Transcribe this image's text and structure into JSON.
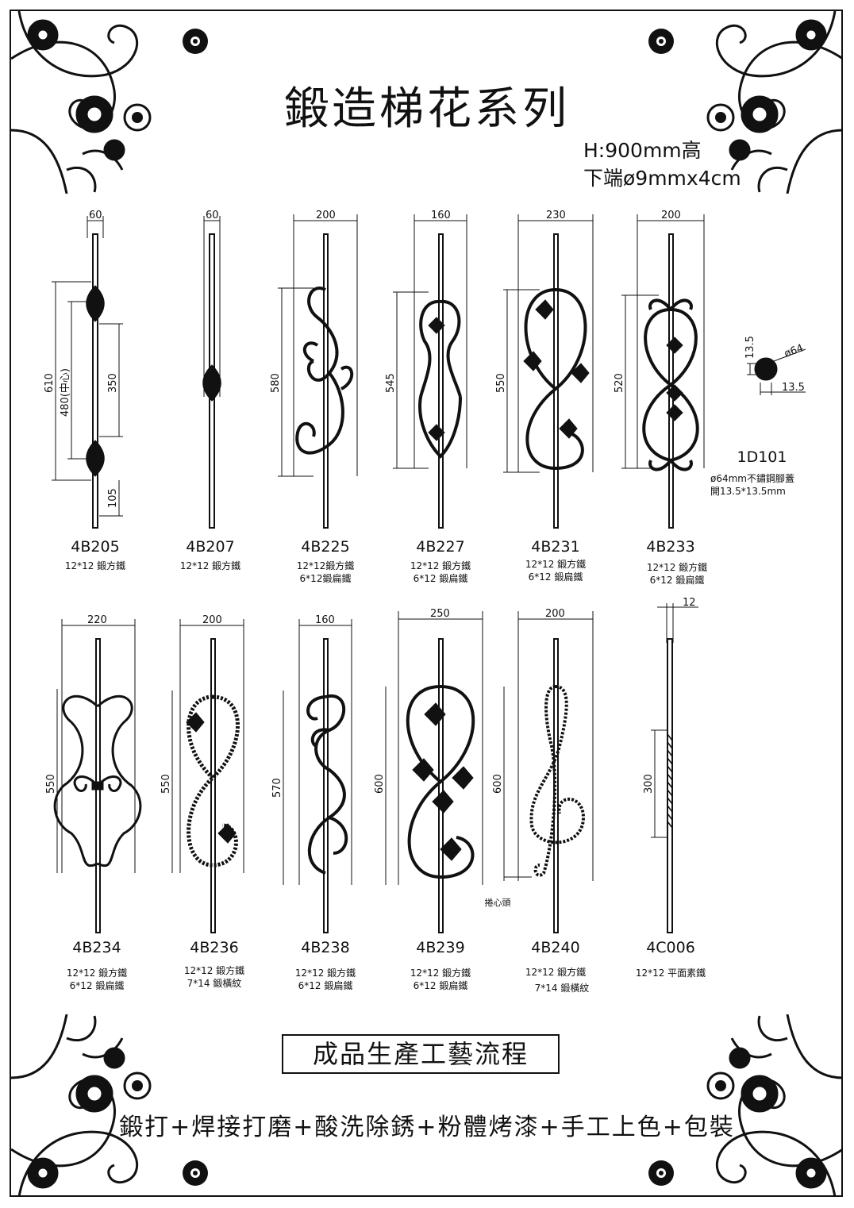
{
  "title": "鍛造梯花系列",
  "spec": {
    "height": "H:900mm高",
    "bottom": "下端ø9mmx4cm"
  },
  "row1": [
    {
      "model": "4B205",
      "desc1": "12*12 鍛方鐵",
      "desc2": "",
      "width": "60",
      "h1": "610",
      "h2": "480(中心)",
      "h3": "350",
      "h4": "105"
    },
    {
      "model": "4B207",
      "desc1": "12*12 鍛方鐵",
      "desc2": "",
      "width": "60"
    },
    {
      "model": "4B225",
      "desc1": "12*12鍛方鐵",
      "desc2": "6*12鍛扁鐵",
      "width": "200",
      "h1": "580"
    },
    {
      "model": "4B227",
      "desc1": "12*12 鍛方鐵",
      "desc2": "6*12 鍛扁鐵",
      "width": "160",
      "h1": "545"
    },
    {
      "model": "4B231",
      "desc1": "12*12 鍛方鐵",
      "desc2": "6*12 鍛扁鐵",
      "width": "230",
      "h1": "550"
    },
    {
      "model": "4B233",
      "desc1": "12*12 鍛方鐵",
      "desc2": "6*12 鍛扁鐵",
      "width": "200",
      "h1": "520"
    }
  ],
  "row2": [
    {
      "model": "4B234",
      "desc1": "12*12 鍛方鐵",
      "desc2": "6*12 鍛扁鐵",
      "width": "220",
      "h1": "550"
    },
    {
      "model": "4B236",
      "desc1": "12*12 鍛方鐵",
      "desc2": "7*14 鍛橫紋",
      "width": "200",
      "h1": "550"
    },
    {
      "model": "4B238",
      "desc1": "12*12 鍛方鐵",
      "desc2": "6*12 鍛扁鐵",
      "width": "160",
      "h1": "570"
    },
    {
      "model": "4B239",
      "desc1": "12*12 鍛方鐵",
      "desc2": "6*12 鍛扁鐵",
      "width": "250",
      "h1": "600"
    },
    {
      "model": "4B240",
      "desc1": "12*12 鍛方鐵",
      "desc2": "7*14 鍛橫紋",
      "width": "200",
      "h1": "600",
      "note": "捲心頭"
    },
    {
      "model": "4C006",
      "desc1": "12*12 平面素鐵",
      "desc2": "",
      "width": "12",
      "h1": "300"
    }
  ],
  "cap": {
    "model": "1D101",
    "desc1": "ø64mm不鏽鋼腳蓋",
    "desc2": "開13.5*13.5mm",
    "dim1": "13.5",
    "dim2": "ø64",
    "dim3": "13.5"
  },
  "process": {
    "title": "成品生產工藝流程",
    "steps": "鍛打+焊接打磨+酸洗除銹+粉體烤漆+手工上色+包裝"
  }
}
